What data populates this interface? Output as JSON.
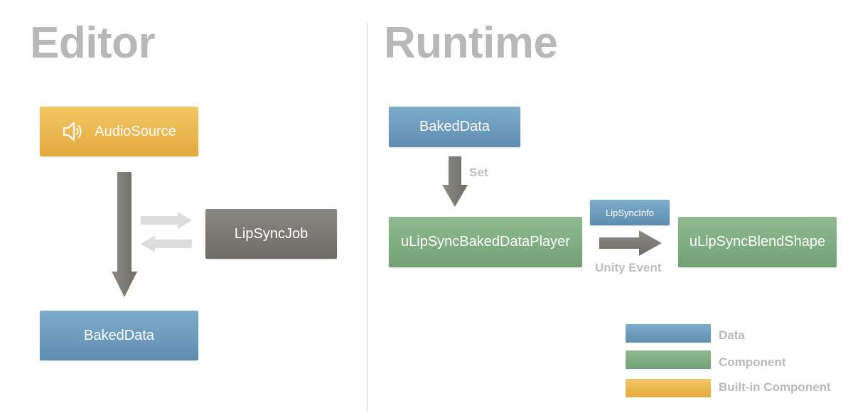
{
  "editor": {
    "title": "Editor",
    "audio_source": "AudioSource",
    "lipsync_job": "LipSyncJob",
    "baked_data": "BakedData"
  },
  "runtime": {
    "title": "Runtime",
    "baked_data": "BakedData",
    "set_label": "Set",
    "player": "uLipSyncBakedDataPlayer",
    "info_tag": "LipSyncInfo",
    "blendshape": "uLipSyncBlendShape",
    "event_label": "Unity Event"
  },
  "legend": {
    "items": [
      {
        "label": "Data",
        "color": "#6b98bb"
      },
      {
        "label": "Component",
        "color": "#7faa81"
      },
      {
        "label": "Built-in Component",
        "color": "#ecba52"
      }
    ]
  },
  "icons": {
    "audio_source": "speaker-icon"
  }
}
